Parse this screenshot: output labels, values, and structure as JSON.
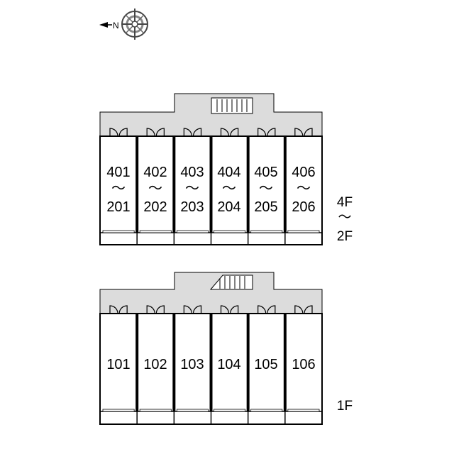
{
  "compass": {
    "label": "N",
    "icon": "north-arrow-compass-icon"
  },
  "colors": {
    "common_area": "#dcdcdc",
    "wall": "#000000",
    "background": "#ffffff"
  },
  "upper_block": {
    "floor_label_top": "4F",
    "floor_label_tilde": "〜",
    "floor_label_bottom": "2F",
    "units": [
      {
        "top": "401",
        "sep": "〜",
        "bottom": "201"
      },
      {
        "top": "402",
        "sep": "〜",
        "bottom": "202"
      },
      {
        "top": "403",
        "sep": "〜",
        "bottom": "203"
      },
      {
        "top": "404",
        "sep": "〜",
        "bottom": "204"
      },
      {
        "top": "405",
        "sep": "〜",
        "bottom": "205"
      },
      {
        "top": "406",
        "sep": "〜",
        "bottom": "206"
      }
    ]
  },
  "lower_block": {
    "floor_label": "1F",
    "units": [
      {
        "label": "101"
      },
      {
        "label": "102"
      },
      {
        "label": "103"
      },
      {
        "label": "104"
      },
      {
        "label": "105"
      },
      {
        "label": "106"
      }
    ]
  }
}
